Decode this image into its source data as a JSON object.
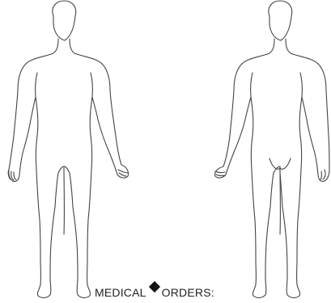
{
  "caption": {
    "left_text": "MEDICAL",
    "right_text": "ORDERS:"
  },
  "figures": {
    "front_label": "front-body-outline",
    "back_label": "back-body-outline"
  },
  "colors": {
    "line": "#444444",
    "text": "#222222",
    "diamond": "#111111",
    "background": "#ffffff"
  },
  "icons": {
    "separator": "diamond-icon"
  }
}
